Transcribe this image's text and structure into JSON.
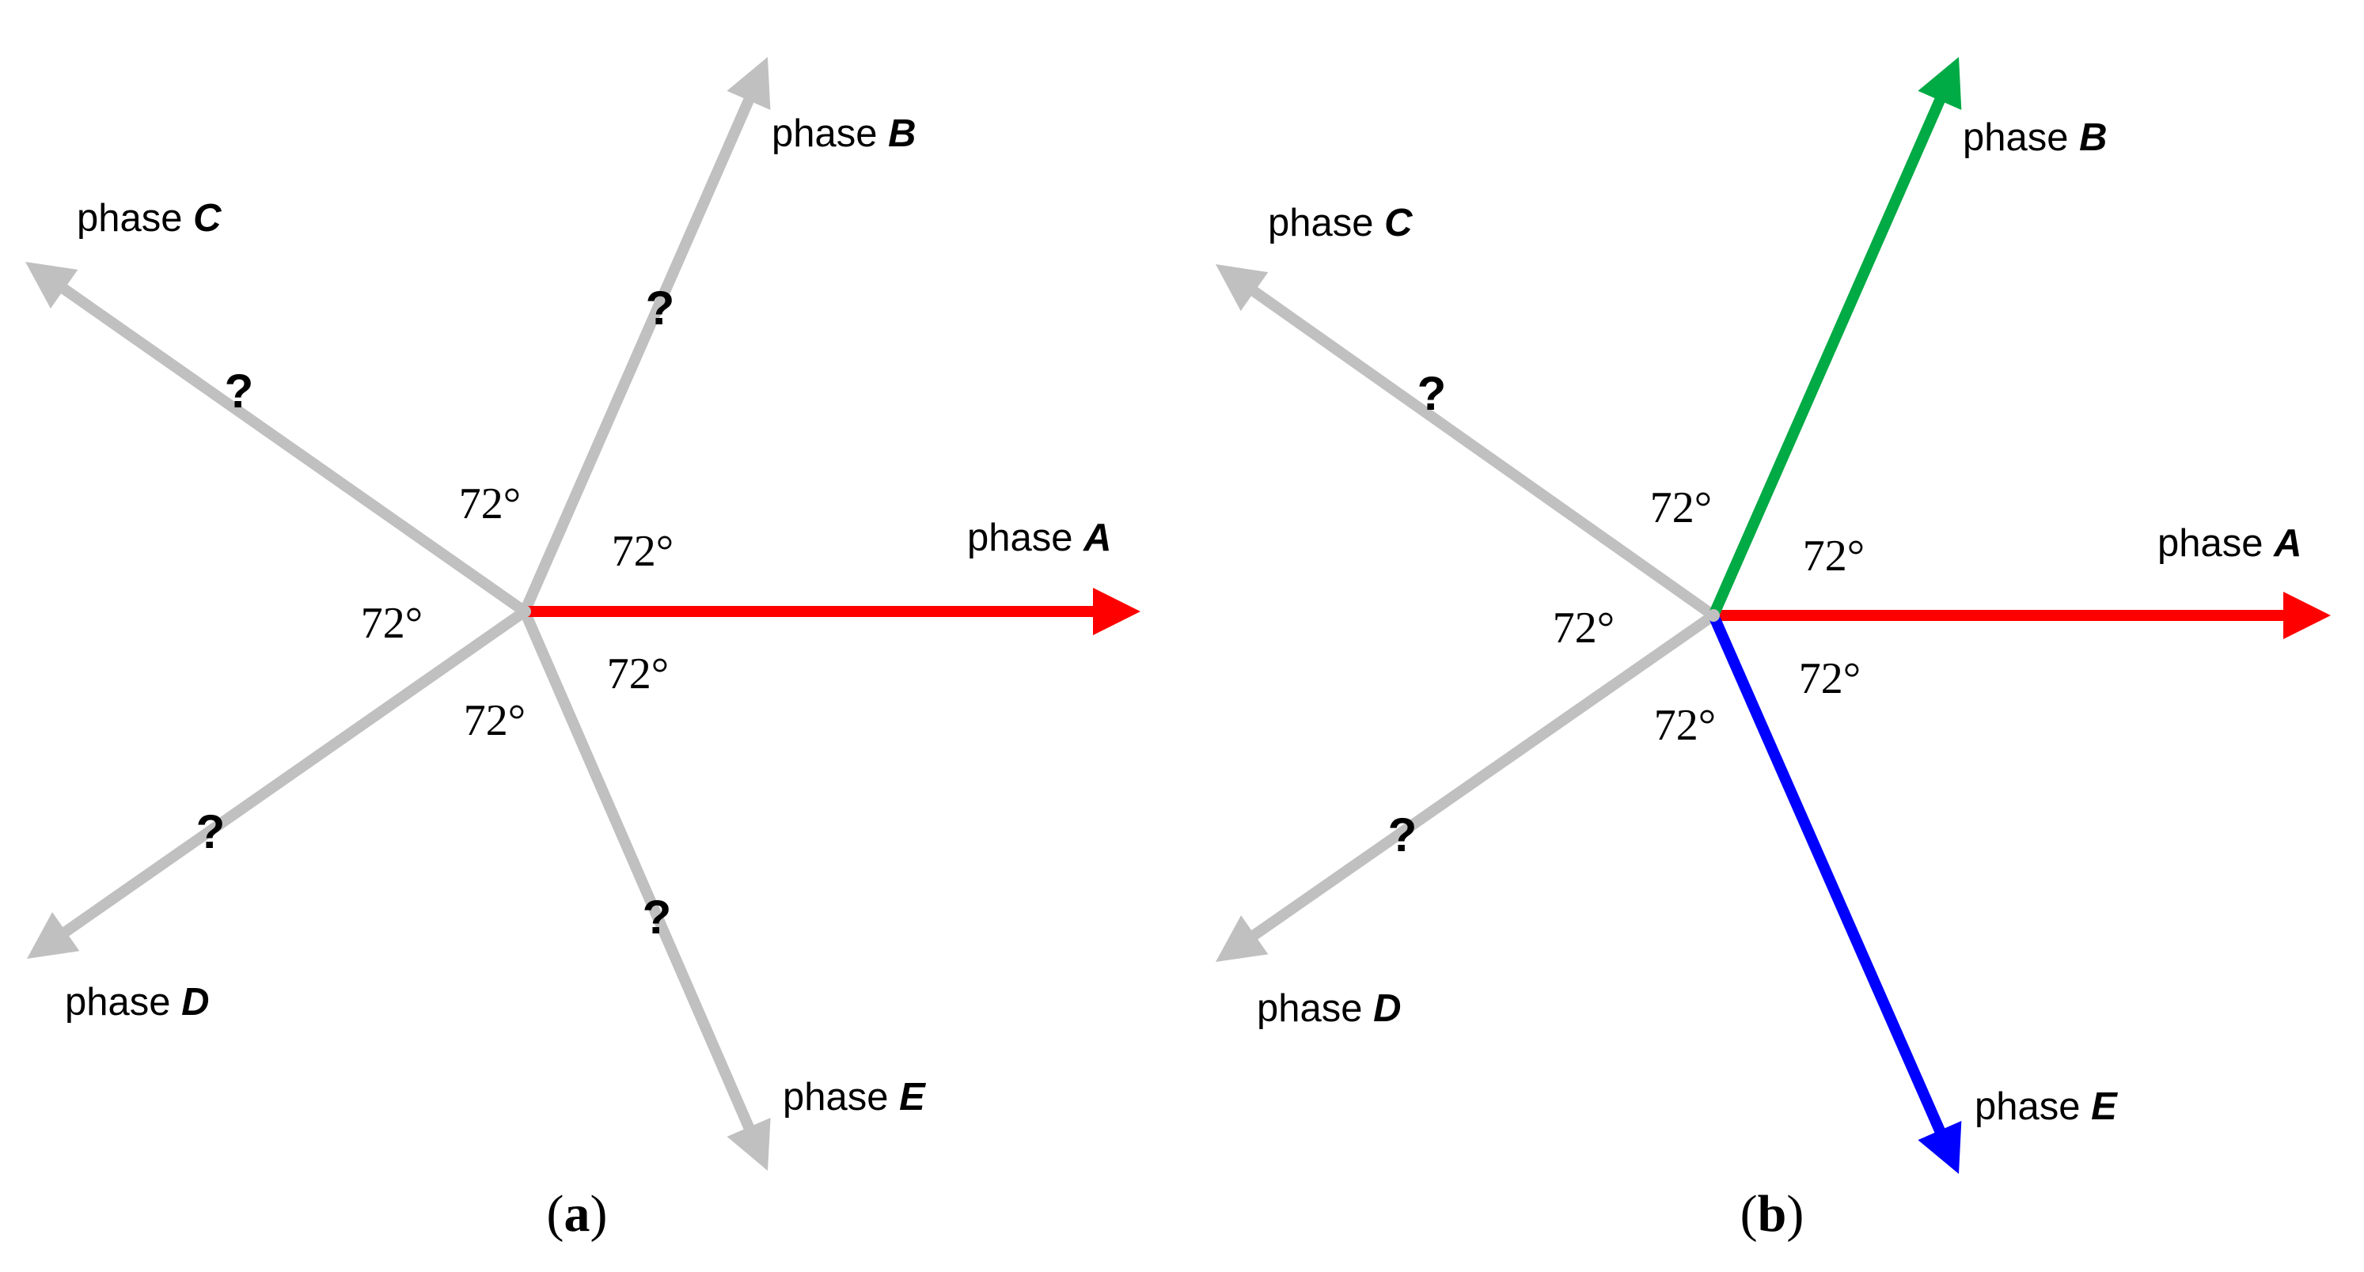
{
  "colors": {
    "unknown": "#c0c0c0",
    "phase_a": "#ff0000",
    "phase_b": "#00aa44",
    "phase_e": "#0000ff",
    "text": "#000000"
  },
  "panels": [
    {
      "id": "a",
      "caption_open": "(",
      "caption_letter": "a",
      "caption_close": ")",
      "phases": [
        {
          "key": "A",
          "prefix": "phase ",
          "letter": "A",
          "color": "phase_a",
          "known": true
        },
        {
          "key": "B",
          "prefix": "phase ",
          "letter": "B",
          "color": "unknown",
          "known": false,
          "mark": "?"
        },
        {
          "key": "C",
          "prefix": "phase ",
          "letter": "C",
          "color": "unknown",
          "known": false,
          "mark": "?"
        },
        {
          "key": "D",
          "prefix": "phase ",
          "letter": "D",
          "color": "unknown",
          "known": false,
          "mark": "?"
        },
        {
          "key": "E",
          "prefix": "phase ",
          "letter": "E",
          "color": "unknown",
          "known": false,
          "mark": "?"
        }
      ],
      "angles": [
        "72°",
        "72°",
        "72°",
        "72°",
        "72°"
      ]
    },
    {
      "id": "b",
      "caption_open": "(",
      "caption_letter": "b",
      "caption_close": ")",
      "phases": [
        {
          "key": "A",
          "prefix": "phase ",
          "letter": "A",
          "color": "phase_a",
          "known": true
        },
        {
          "key": "B",
          "prefix": "phase ",
          "letter": "B",
          "color": "phase_b",
          "known": true
        },
        {
          "key": "C",
          "prefix": "phase ",
          "letter": "C",
          "color": "unknown",
          "known": false,
          "mark": "?"
        },
        {
          "key": "D",
          "prefix": "phase ",
          "letter": "D",
          "color": "unknown",
          "known": false,
          "mark": "?"
        },
        {
          "key": "E",
          "prefix": "phase ",
          "letter": "E",
          "color": "phase_e",
          "known": true
        }
      ],
      "angles": [
        "72°",
        "72°",
        "72°",
        "72°",
        "72°"
      ]
    }
  ]
}
